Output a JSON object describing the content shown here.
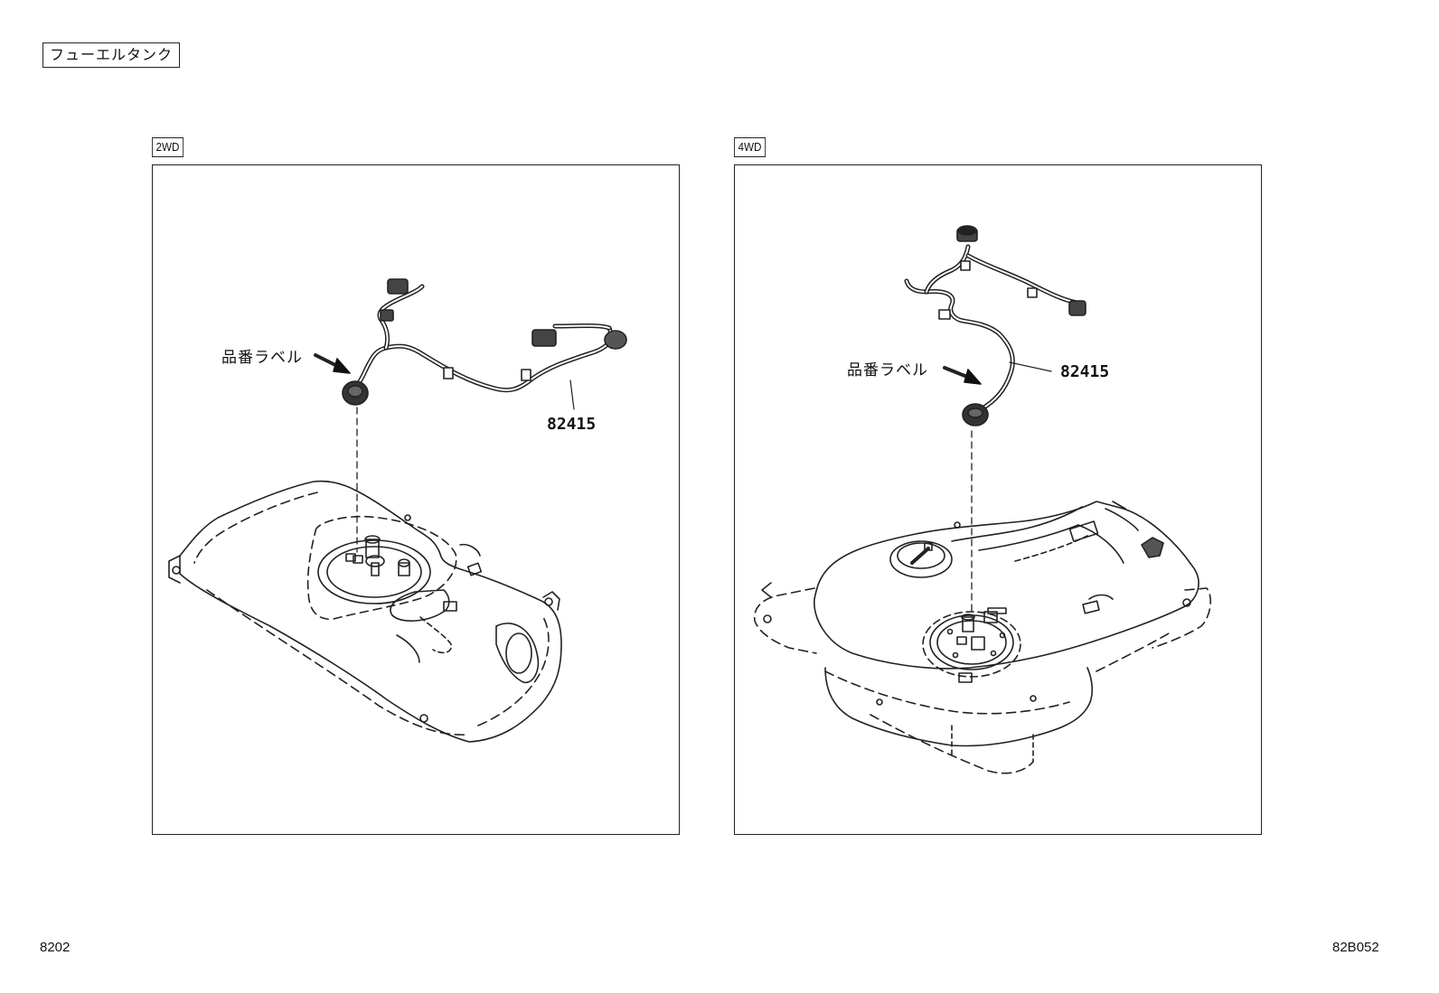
{
  "header": {
    "title": "フューエルタンク"
  },
  "panels": [
    {
      "tag": "2WD",
      "label": "品番ラベル",
      "part_number": "82415"
    },
    {
      "tag": "4WD",
      "label": "品番ラベル",
      "part_number": "82415"
    }
  ],
  "footer": {
    "page_code": "8202",
    "figure_code": "82B052"
  }
}
